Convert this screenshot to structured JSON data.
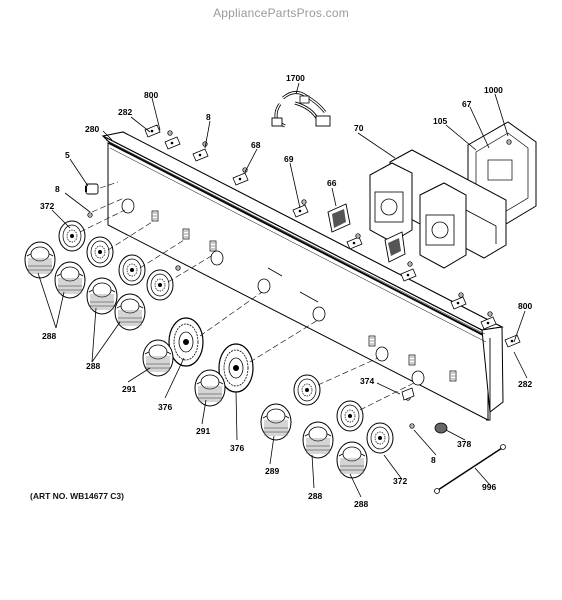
{
  "watermark": "AppliancePartsPros.com",
  "art_number": "(ART NO. WB14677 C3)",
  "callouts": {
    "c1700": "1700",
    "c1000": "1000",
    "c800a": "800",
    "c282a": "282",
    "c280": "280",
    "c8a": "8",
    "c67": "67",
    "c105": "105",
    "c70": "70",
    "c68": "68",
    "c5": "5",
    "c8b": "8",
    "c69": "69",
    "c66": "66",
    "c372a": "372",
    "c288a": "288",
    "c288b": "288",
    "c291a": "291",
    "c376a": "376",
    "c291b": "291",
    "c376b": "376",
    "c289": "289",
    "c288c": "288",
    "c288d": "288",
    "c372b": "372",
    "c374": "374",
    "c378": "378",
    "c8c": "8",
    "c800b": "800",
    "c282b": "282",
    "c996": "996"
  }
}
